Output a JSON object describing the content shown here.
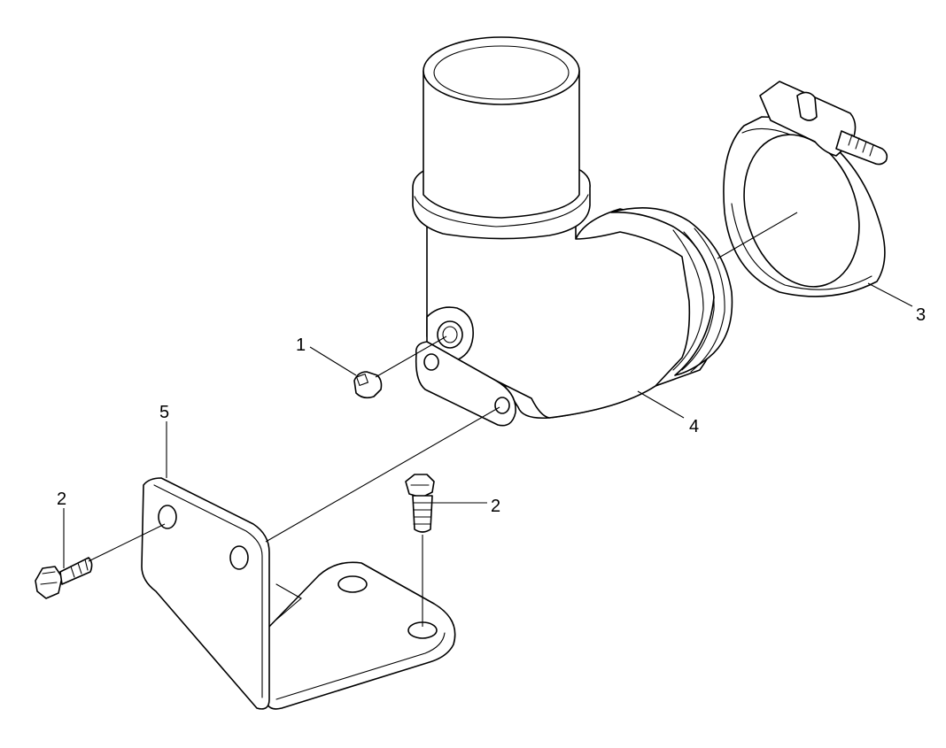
{
  "callouts": {
    "c1": "1",
    "c2a": "2",
    "c2b": "2",
    "c3": "3",
    "c4": "4",
    "c5": "5"
  },
  "colors": {
    "line": "#000000",
    "background": "#ffffff"
  }
}
